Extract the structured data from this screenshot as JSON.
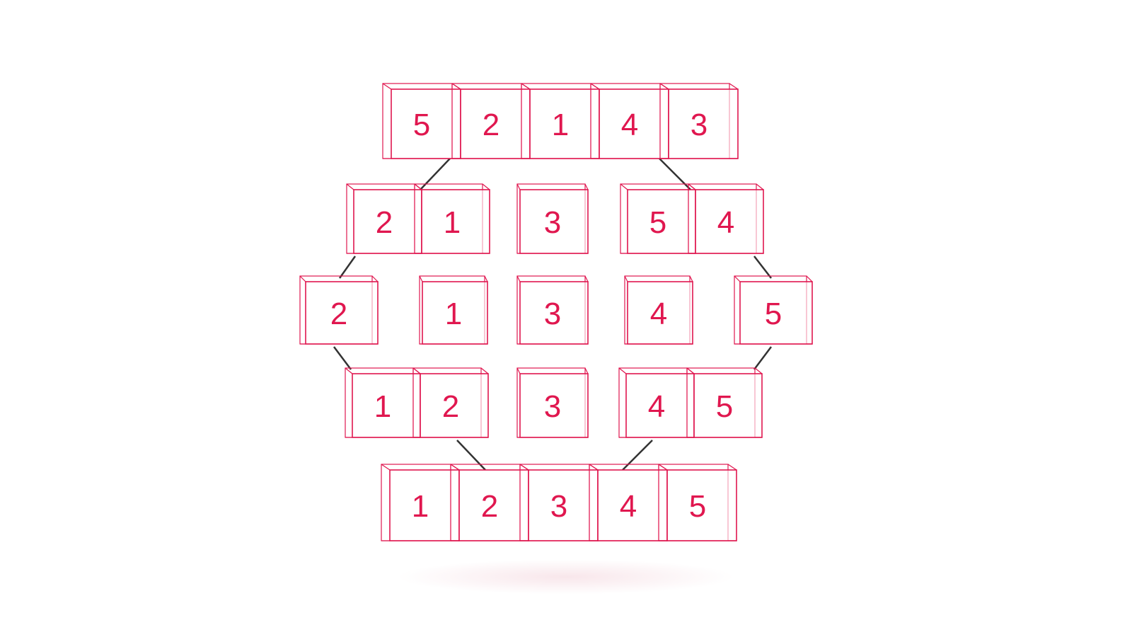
{
  "colors": {
    "box": "#e0174f",
    "digit": "#e0174f",
    "connector": "#333333",
    "background": "#ffffff"
  },
  "rows": [
    {
      "name": "row-1",
      "groups": [
        {
          "name": "top-array",
          "cells": [
            "5",
            "2",
            "1",
            "4",
            "3"
          ]
        }
      ]
    },
    {
      "name": "row-2",
      "groups": [
        {
          "name": "left-split",
          "cells": [
            "2",
            "1"
          ]
        },
        {
          "name": "pivot",
          "cells": [
            "3"
          ]
        },
        {
          "name": "right-split",
          "cells": [
            "5",
            "4"
          ]
        }
      ]
    },
    {
      "name": "row-3",
      "groups": [
        {
          "name": "left-outer",
          "cells": [
            "2"
          ]
        },
        {
          "name": "left-inner",
          "cells": [
            "1"
          ]
        },
        {
          "name": "pivot",
          "cells": [
            "3"
          ]
        },
        {
          "name": "right-inner",
          "cells": [
            "4"
          ]
        },
        {
          "name": "right-outer",
          "cells": [
            "5"
          ]
        }
      ]
    },
    {
      "name": "row-4",
      "groups": [
        {
          "name": "left-merge",
          "cells": [
            "1",
            "2"
          ]
        },
        {
          "name": "pivot",
          "cells": [
            "3"
          ]
        },
        {
          "name": "right-merge",
          "cells": [
            "4",
            "5"
          ]
        }
      ]
    },
    {
      "name": "row-5",
      "groups": [
        {
          "name": "sorted-array",
          "cells": [
            "1",
            "2",
            "3",
            "4",
            "5"
          ]
        }
      ]
    }
  ]
}
